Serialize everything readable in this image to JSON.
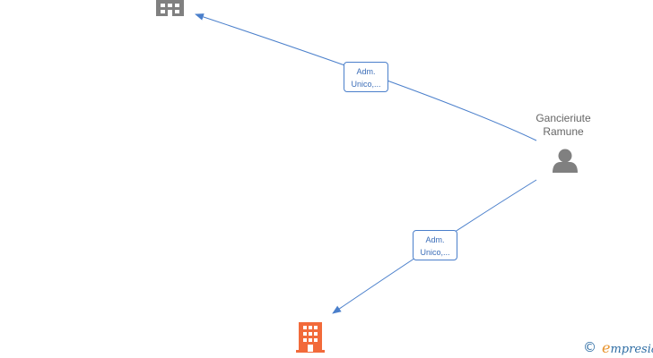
{
  "nodes": {
    "person": {
      "name_line1": "Gancieriute",
      "name_line2": "Ramune"
    }
  },
  "edges": [
    {
      "label_line1": "Adm.",
      "label_line2": "Unico,..."
    },
    {
      "label_line1": "Adm.",
      "label_line2": "Unico,..."
    }
  ],
  "watermark": {
    "symbol": "©",
    "brand_first": "e",
    "brand_rest": "mpresia"
  },
  "colors": {
    "edge": "#4a7fcb",
    "company_inactive": "#808080",
    "company_active": "#f26a3a",
    "person": "#808080"
  }
}
